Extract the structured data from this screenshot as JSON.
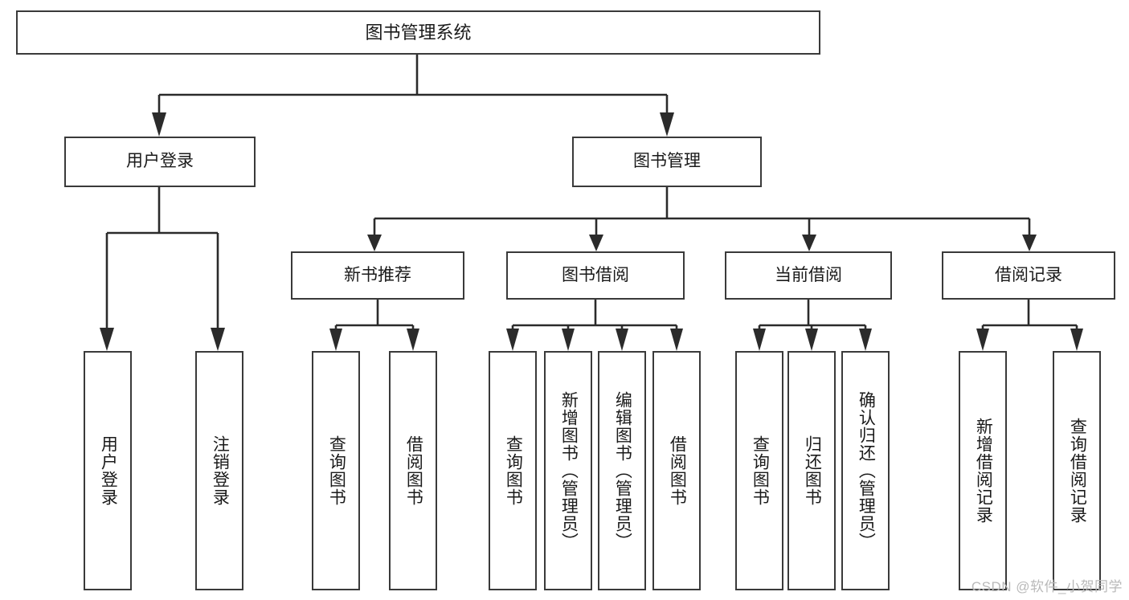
{
  "diagram": {
    "title": "图书管理系统",
    "watermark": "CSDN @软件_小贺同学",
    "type": "tree-hierarchy-diagram",
    "colors": {
      "box_border": "#3a3a3a",
      "box_fill": "#ffffff",
      "connector": "#2b2b2b",
      "text": "#1a1a1a",
      "watermark": "#b9b9b9",
      "background": "#ffffff"
    },
    "root": {
      "label": "图书管理系统"
    },
    "level2": [
      {
        "label": "用户登录"
      },
      {
        "label": "图书管理"
      }
    ],
    "level3": [
      {
        "label": "新书推荐"
      },
      {
        "label": "图书借阅"
      },
      {
        "label": "当前借阅"
      },
      {
        "label": "借阅记录"
      }
    ],
    "leaves": {
      "user_login": [
        {
          "label": "用户登录"
        },
        {
          "label": "注销登录"
        }
      ],
      "new_book_recommend": [
        {
          "label": "查询图书"
        },
        {
          "label": "借阅图书"
        }
      ],
      "book_borrow": [
        {
          "label": "查询图书"
        },
        {
          "label": "新增图书（管理员）"
        },
        {
          "label": "编辑图书（管理员）"
        },
        {
          "label": "借阅图书"
        }
      ],
      "current_borrow": [
        {
          "label": "查询图书"
        },
        {
          "label": "归还图书"
        },
        {
          "label": "确认归还（管理员）"
        }
      ],
      "borrow_record": [
        {
          "label": "新增借阅记录"
        },
        {
          "label": "查询借阅记录"
        }
      ]
    }
  }
}
